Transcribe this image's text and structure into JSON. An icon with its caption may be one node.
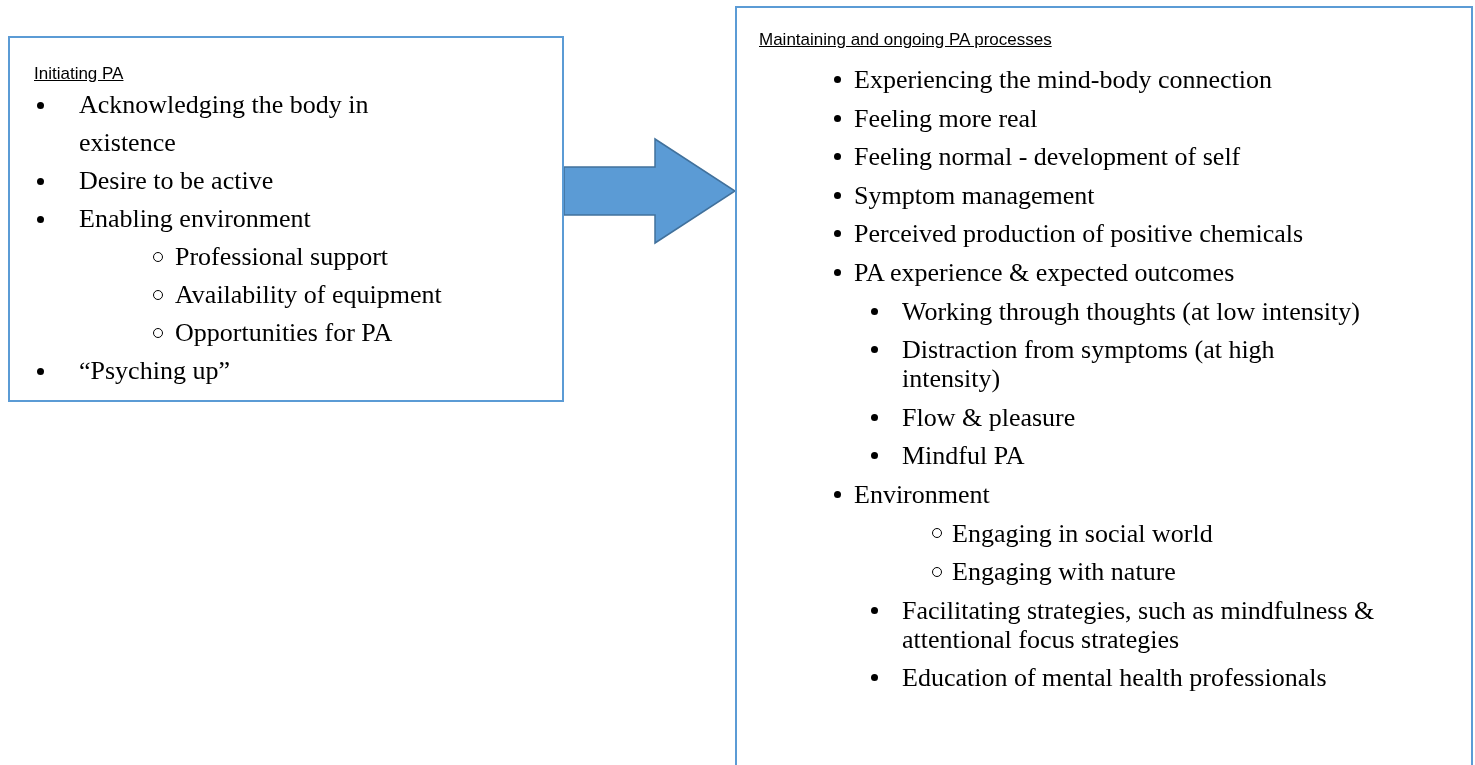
{
  "diagram": {
    "nodes": [
      {
        "text": [
          "Initiating PA",
          "Acknowledging the body in existence",
          "Desire to be active",
          "Enabling environment",
          "Professional support",
          "Availability of equipment",
          "Opportunities for PA",
          "“Psyching up”"
        ]
      },
      {
        "text": [
          "Maintaining and ongoing PA processes",
          "Experiencing the mind-body connection",
          "Feeling more real",
          "Feeling normal - development of self",
          "Symptom management",
          "Perceived production of positive chemicals",
          "PA experience & expected outcomes",
          "Working through thoughts (at low intensity)",
          "Distraction from symptoms (at high intensity)",
          "Flow & pleasure",
          "Mindful PA",
          "Environment",
          "Engaging in social world",
          "Engaging with nature",
          "Facilitating strategies, such as mindfulness & attentional focus strategies",
          "Education of mental health professionals"
        ]
      }
    ],
    "edges": [
      {
        "from": 0,
        "to": 1,
        "arrow": "to",
        "style": "thick"
      }
    ]
  }
}
